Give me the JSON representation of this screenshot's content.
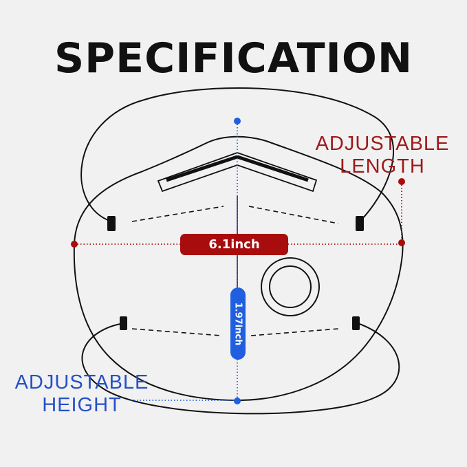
{
  "title": "SPECIFICATION",
  "width_label": "6.1inch",
  "height_label": "1.97inch",
  "adjustable_length": [
    "ADJUSTABLE",
    "LENGTH"
  ],
  "adjustable_height": [
    "ADJUSTABLE",
    "HEIGHT"
  ],
  "colors": {
    "background": "#f1f1f1",
    "outline": "#111111",
    "red_accent": "#9e1a1a",
    "red_pill": "#a80c0c",
    "blue_accent": "#2550c8",
    "blue_pill": "#1f5fe0"
  }
}
